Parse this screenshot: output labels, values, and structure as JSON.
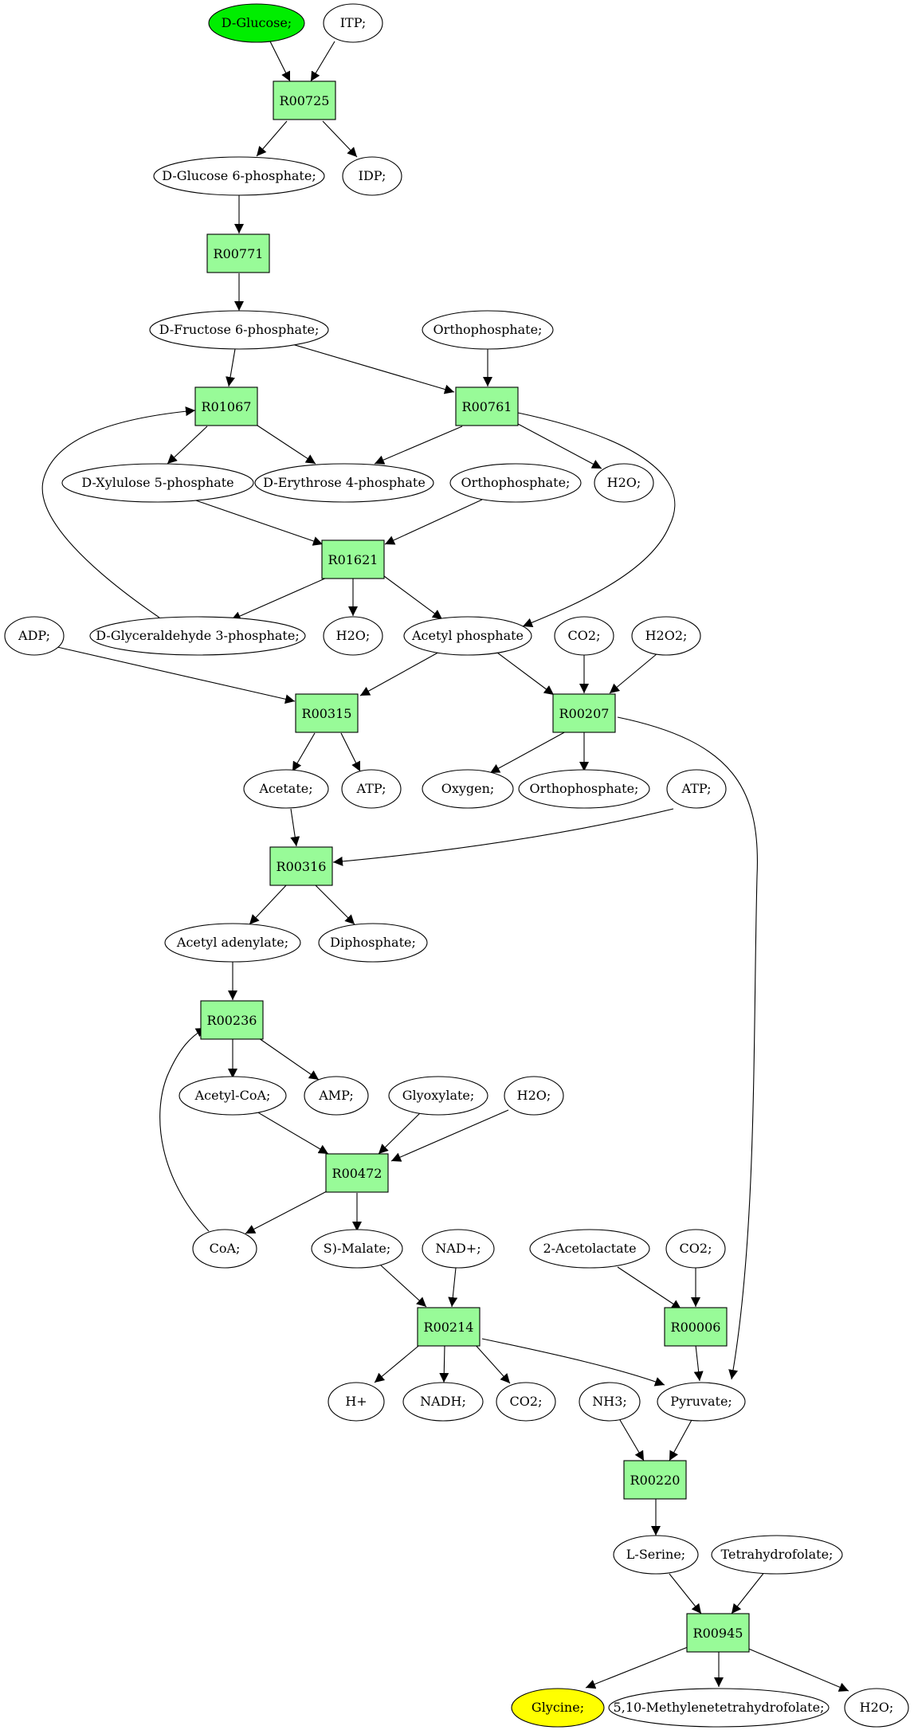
{
  "colors": {
    "reaction": "#98fb98",
    "source": "#00ee00",
    "target": "#ffff00",
    "compound": "#ffffff"
  },
  "reactions": {
    "R00725": "R00725",
    "R00771": "R00771",
    "R01067": "R01067",
    "R00761": "R00761",
    "R01621": "R01621",
    "R00315": "R00315",
    "R00207": "R00207",
    "R00316": "R00316",
    "R00236": "R00236",
    "R00472": "R00472",
    "R00214": "R00214",
    "R00006": "R00006",
    "R00220": "R00220",
    "R00945": "R00945"
  },
  "compounds": {
    "c_glucose": "D-Glucose;",
    "c_itp": "ITP;",
    "c_g6p": "D-Glucose 6-phosphate;",
    "c_idp": "IDP;",
    "c_f6p": "D-Fructose 6-phosphate;",
    "c_pi1": "Orthophosphate;",
    "c_x5p": "D-Xylulose 5-phosphate",
    "c_e4p": "D-Erythrose 4-phosphate",
    "c_pi2": "Orthophosphate;",
    "c_h2o1": "H2O;",
    "c_adp": "ADP;",
    "c_g3p": "D-Glyceraldehyde 3-phosphate;",
    "c_h2o2": "H2O;",
    "c_acp": "Acetyl phosphate",
    "c_co2a": "CO2;",
    "c_h2o2b": "H2O2;",
    "c_acetate": "Acetate;",
    "c_atp1": "ATP;",
    "c_oxygen": "Oxygen;",
    "c_pi3": "Orthophosphate;",
    "c_atp2": "ATP;",
    "c_acad": "Acetyl adenylate;",
    "c_ppi": "Diphosphate;",
    "c_acoa": "Acetyl-CoA;",
    "c_amp": "AMP;",
    "c_glyox": "Glyoxylate;",
    "c_h2o3": "H2O;",
    "c_coa": "CoA;",
    "c_malate": "S)-Malate;",
    "c_nad": "NAD+;",
    "c_acl": "2-Acetolactate",
    "c_co2b": "CO2;",
    "c_h": "H+",
    "c_nadh": "NADH;",
    "c_co2c": "CO2;",
    "c_nh3": "NH3;",
    "c_pyr": "Pyruvate;",
    "c_ser": "L-Serine;",
    "c_thf": "Tetrahydrofolate;",
    "c_gly": "Glycine;",
    "c_mthf": "5,10-Methylenetetrahydrofolate;",
    "c_h2o4": "H2O;"
  }
}
